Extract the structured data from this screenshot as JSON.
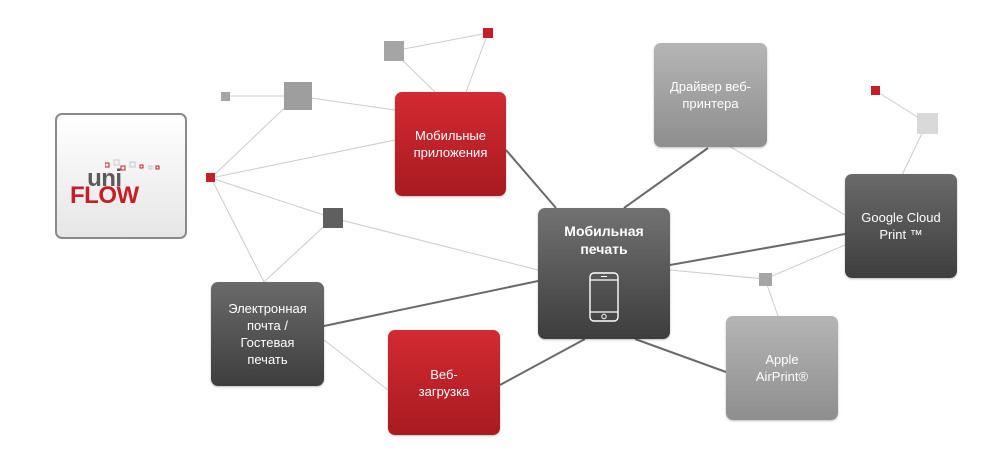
{
  "brand": {
    "logo_prefix": "uni",
    "logo_suffix": "FLOW",
    "logo_name": "uniFLOW"
  },
  "center": {
    "title": "Мобильная\nпечать",
    "icon": "smartphone-icon"
  },
  "nodes": {
    "mobile_apps": "Мобильные\nприложения",
    "web_driver": "Драйвер веб-\nпринтера",
    "google_cloud": "Google Cloud\nPrint ™",
    "apple_airprint": "Apple\nAirPrint®",
    "web_upload": "Веб-\nзагрузка",
    "email_guest": "Электронная\nпочта /\nГостевая\nпечать"
  },
  "colors": {
    "red": "#c0232b",
    "dark_gray": "#4f4f4f",
    "light_gray": "#a3a3a3",
    "line": "#d0d0d0",
    "strong_line": "#666666"
  }
}
